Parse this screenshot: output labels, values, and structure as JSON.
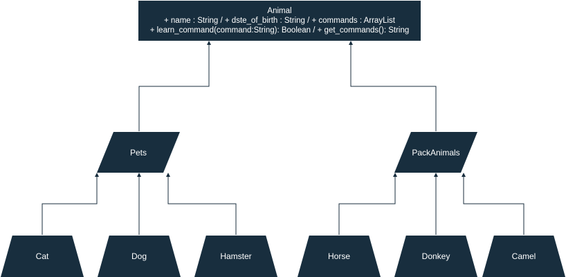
{
  "root": {
    "title": "Animal",
    "attributes": "+ name : String / + dste_of_birth : String / + commands : ArrayList",
    "methods": "+ learn_command(command:String): Boolean / + get_commands(): String"
  },
  "groups": {
    "pets": {
      "label": "Pets"
    },
    "pack": {
      "label": "PackAnimals"
    }
  },
  "leaves": {
    "cat": "Cat",
    "dog": "Dog",
    "hamster": "Hamster",
    "horse": "Horse",
    "donkey": "Donkey",
    "camel": "Camel"
  },
  "colors": {
    "node_fill": "#182e3e",
    "node_text": "#ffffff",
    "edge": "#182e3e"
  }
}
